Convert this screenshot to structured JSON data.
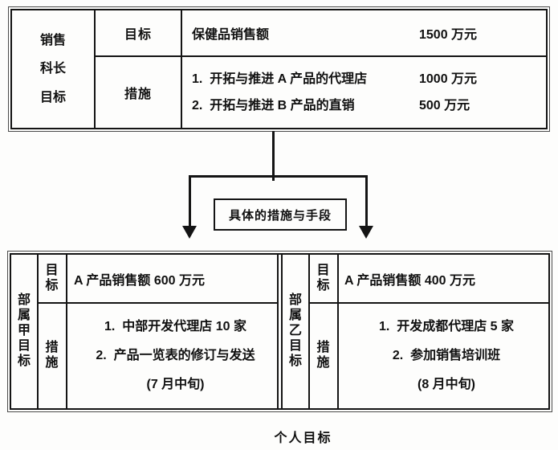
{
  "top_table": {
    "row_label": "销售科长目标",
    "goal_header": "目标",
    "goal_item": {
      "text": "保健品销售额",
      "amount": "1500 万元"
    },
    "measures_header": "措施",
    "measure_items": [
      {
        "text": "1.  开拓与推进 A 产品的代理店",
        "amount": "1000 万元"
      },
      {
        "text": "2.  开拓与推进 B 产品的直销",
        "amount": "500 万元"
      }
    ]
  },
  "connector": {
    "label": "具体的措施与手段"
  },
  "bottom_tables": [
    {
      "side_label": "部属甲目标",
      "goal_header": "目标",
      "goal_text": "A 产品销售额 600 万元",
      "measures_header": "措施",
      "measures": [
        "1.  中部开发代理店 10 家",
        "2.  产品一览表的修订与发送",
        "(7 月中旬)"
      ]
    },
    {
      "side_label": "部属乙目标",
      "goal_header": "目标",
      "goal_text": "A 产品销售额 400 万元",
      "measures_header": "措施",
      "measures": [
        "1.  开发成都代理店 5 家",
        "2.  参加销售培训班",
        "(8 月中旬)"
      ]
    }
  ],
  "caption": "个人目标",
  "colors": {
    "ink": "#141414",
    "paper": "#fdfdfc"
  }
}
